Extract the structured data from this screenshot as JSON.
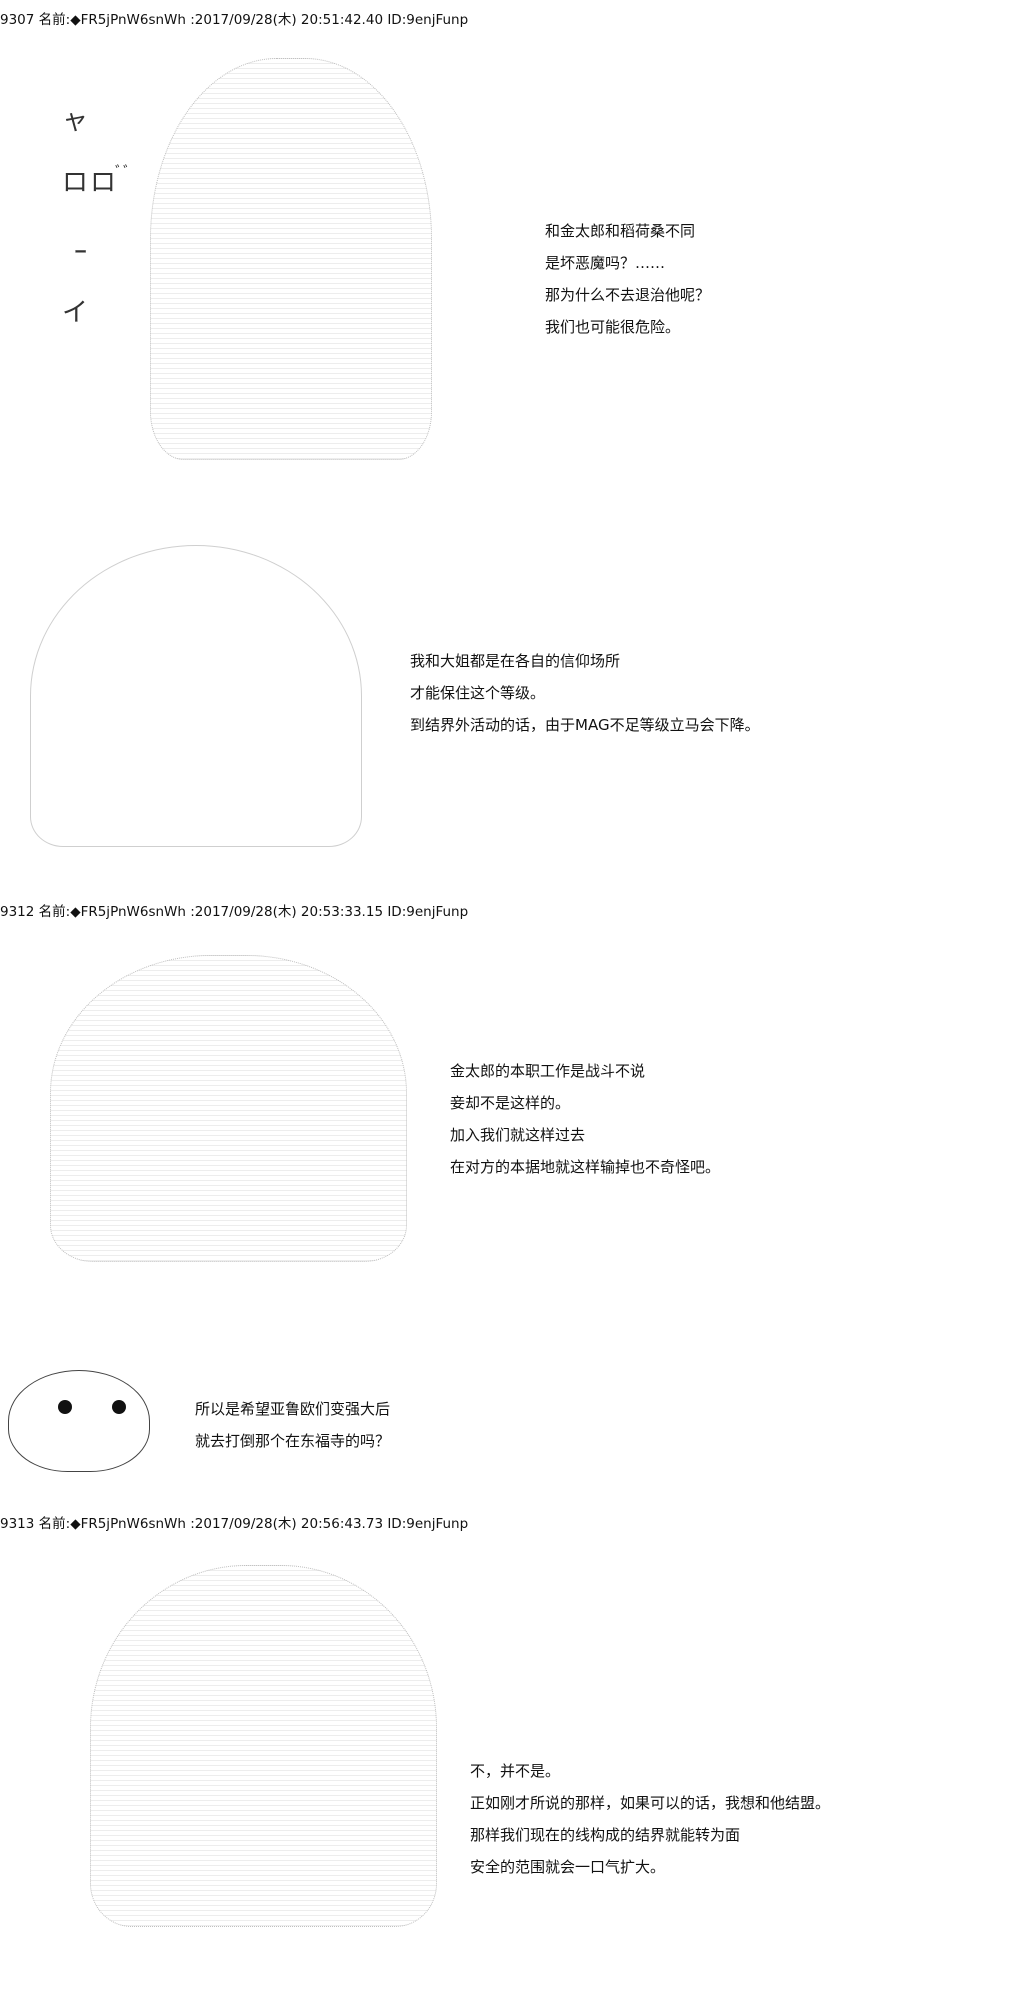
{
  "posts": [
    {
      "header": "9307 名前:◆FR5jPnW6snWh :2017/09/28(木) 20:51:42.40 ID:9enjFunp",
      "panels": [
        {
          "lines": [
            "和金太郎和稻荷桑不同",
            "是坏恶魔吗？……",
            "那为什么不去退治他呢？",
            "我们也可能很危险。"
          ]
        },
        {
          "lines": [
            "我和大姐都是在各自的信仰场所",
            "才能保住这个等级。",
            "到结界外活动的话，由于MAG不足等级立马会下降。"
          ]
        }
      ]
    },
    {
      "header": "9312 名前:◆FR5jPnW6snWh :2017/09/28(木) 20:53:33.15 ID:9enjFunp",
      "panels": [
        {
          "lines": [
            "金太郎的本职工作是战斗不说",
            "妾却不是这样的。",
            "加入我们就这样过去",
            "在对方的本据地就这样输掉也不奇怪吧。"
          ]
        },
        {
          "lines": [
            "所以是希望亚鲁欧们变强大后",
            "就去打倒那个在东福寺的吗？"
          ]
        }
      ]
    },
    {
      "header": "9313 名前:◆FR5jPnW6snWh :2017/09/28(木) 20:56:43.73 ID:9enjFunp",
      "panels": [
        {
          "lines": [
            "不，并不是。",
            "正如刚才所说的那样，如果可以的话，我想和他结盟。",
            "那样我们现在的线构成的结界就能转为面",
            "安全的范围就会一口气扩大。"
          ]
        }
      ]
    }
  ],
  "sfx": {
    "katakana": "ャ",
    "small": "ロ",
    "dakuten": "ﾞﾞ",
    "bar": "ｰ",
    "i": "イ"
  }
}
